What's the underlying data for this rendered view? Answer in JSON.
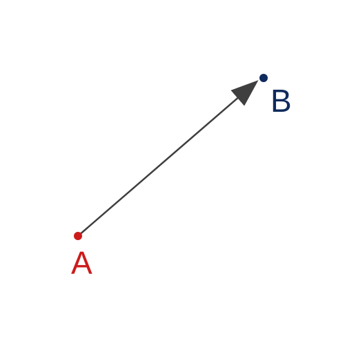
{
  "diagram": {
    "points": [
      {
        "id": "A",
        "label": "A",
        "color": "#cc1b1b"
      },
      {
        "id": "B",
        "label": "B",
        "color": "#0f2a5c"
      }
    ],
    "vector": {
      "from": "A",
      "to": "B",
      "color": "#3f3f3f"
    }
  }
}
